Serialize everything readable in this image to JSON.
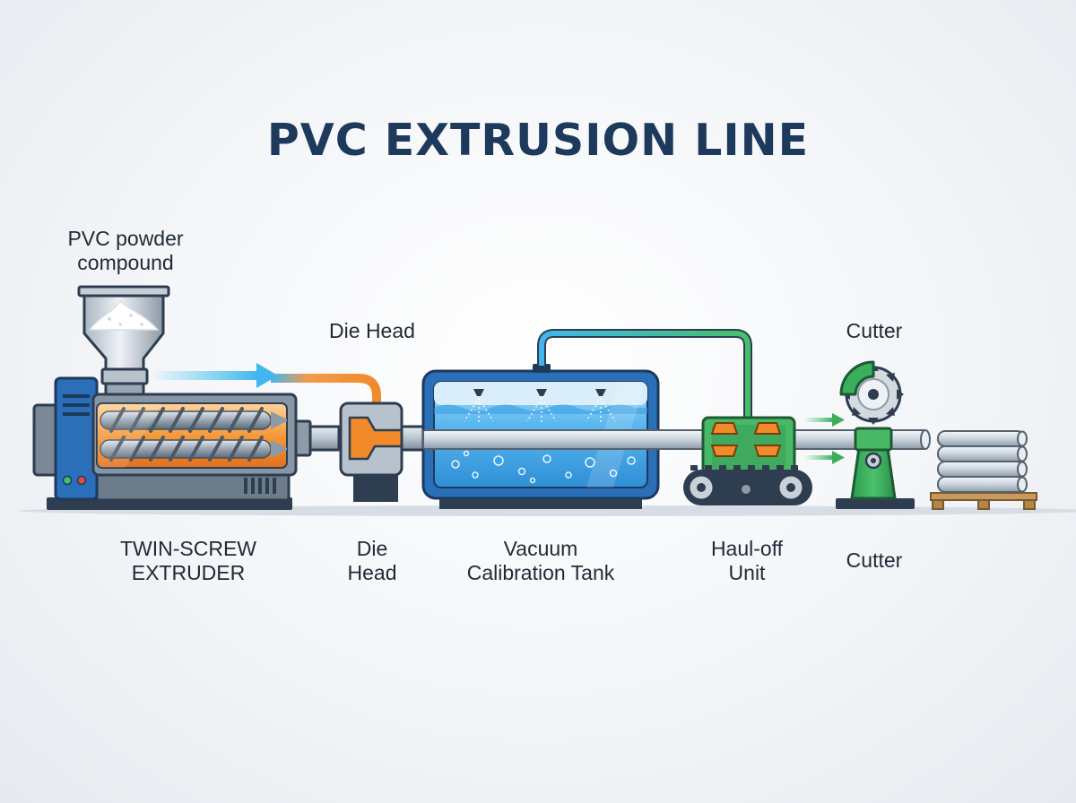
{
  "title": "PVC EXTRUSION LINE",
  "top_labels": {
    "feed": [
      "PVC powder",
      "compound"
    ],
    "die_head": "Die Head",
    "cutter": "Cutter"
  },
  "bottom_labels": {
    "extruder": [
      "TWIN-SCREW",
      "EXTRUDER"
    ],
    "die_head": [
      "Die",
      "Head"
    ],
    "tank": [
      "Vacuum",
      "Calibration Tank"
    ],
    "haul_off": [
      "Haul-off",
      "Unit"
    ],
    "cutter": "Cutter"
  },
  "colors": {
    "title": "#1d3a5c",
    "machine_blue": "#2a6fb8",
    "machine_dark": "#2e3d4f",
    "melt_orange": "#f08a2a",
    "water_blue": "#5ab8ef",
    "cutter_green": "#3aae5b",
    "flow_arrow": "#41c5ef"
  }
}
